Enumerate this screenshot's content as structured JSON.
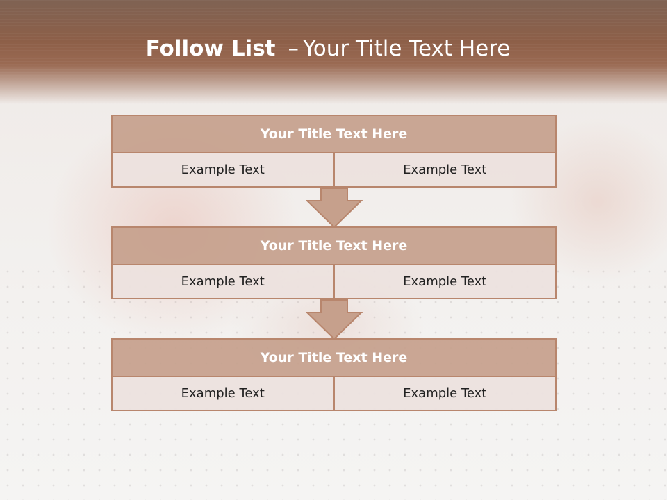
{
  "slide": {
    "title_bold": "Follow List",
    "title_dash": "–",
    "title_rest": "Your Title Text Here"
  },
  "blocks": [
    {
      "title": "Your Title Text Here",
      "left": "Example Text",
      "right": "Example Text"
    },
    {
      "title": "Your Title Text Here",
      "left": "Example Text",
      "right": "Example Text"
    },
    {
      "title": "Your Title Text Here",
      "left": "Example Text",
      "right": "Example Text"
    }
  ],
  "colors": {
    "header_brown": "#8d5f48",
    "block_title_fill": "#c6a08c",
    "block_border": "#b8866d",
    "cell_fill": "#ece2de",
    "arrow_fill": "#c6a08c"
  }
}
